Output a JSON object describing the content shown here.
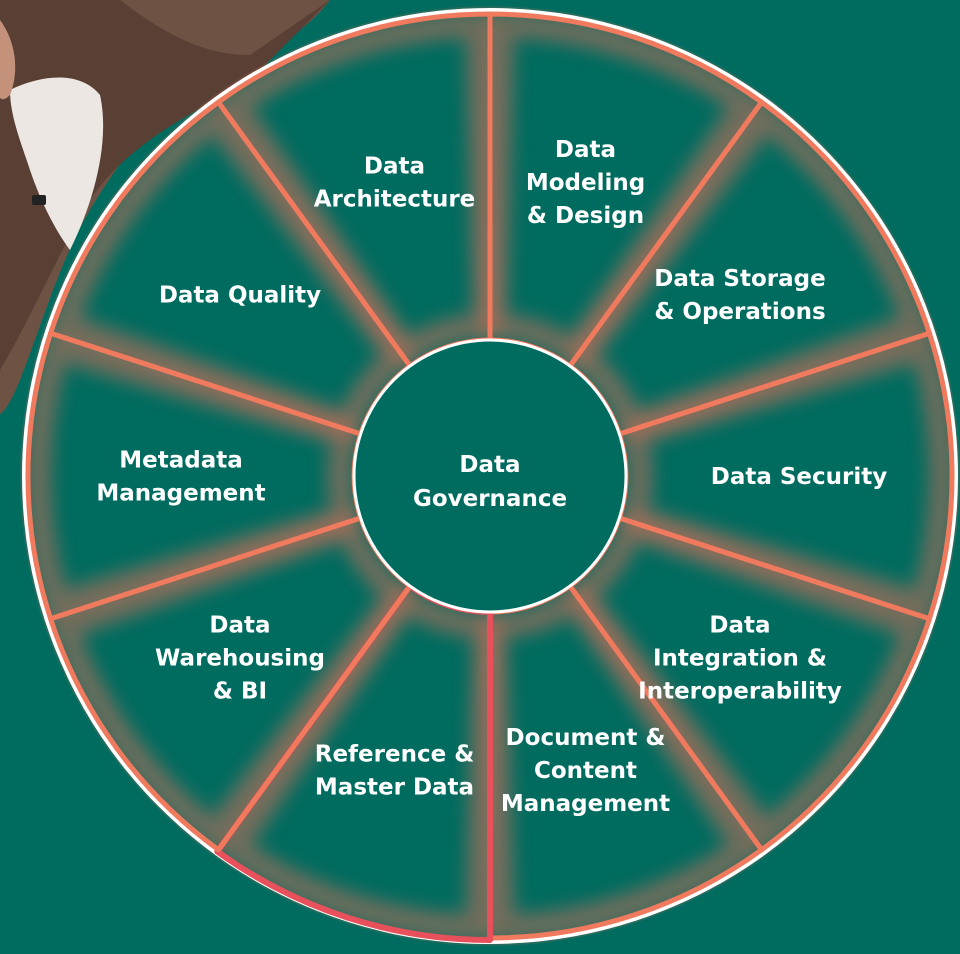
{
  "wheel": {
    "center": {
      "lines": [
        "Data",
        "Governance"
      ]
    },
    "segments": [
      {
        "id": "data-architecture",
        "lines": [
          "Data",
          "Architecture"
        ]
      },
      {
        "id": "data-modeling-design",
        "lines": [
          "Data",
          "Modeling",
          "& Design"
        ]
      },
      {
        "id": "data-storage-operations",
        "lines": [
          "Data Storage",
          "& Operations"
        ]
      },
      {
        "id": "data-security",
        "lines": [
          "Data Security"
        ]
      },
      {
        "id": "data-integration-interoperability",
        "lines": [
          "Data",
          "Integration &",
          "Interoperability"
        ]
      },
      {
        "id": "document-content-management",
        "lines": [
          "Document &",
          "Content",
          "Management"
        ]
      },
      {
        "id": "reference-master-data",
        "lines": [
          "Reference &",
          "Master Data"
        ]
      },
      {
        "id": "data-warehousing-bi",
        "lines": [
          "Data",
          "Warehousing",
          "& BI"
        ]
      },
      {
        "id": "metadata-management",
        "lines": [
          "Metadata",
          "Management"
        ]
      },
      {
        "id": "data-quality",
        "lines": [
          "Data Quality"
        ]
      }
    ]
  },
  "colors": {
    "background": "#006b5f",
    "segment_border": "#f07a5e",
    "highlight_border": "#e8505b",
    "glow": "#c9705a",
    "ring": "#ffffff",
    "photo": "#6e5344"
  }
}
